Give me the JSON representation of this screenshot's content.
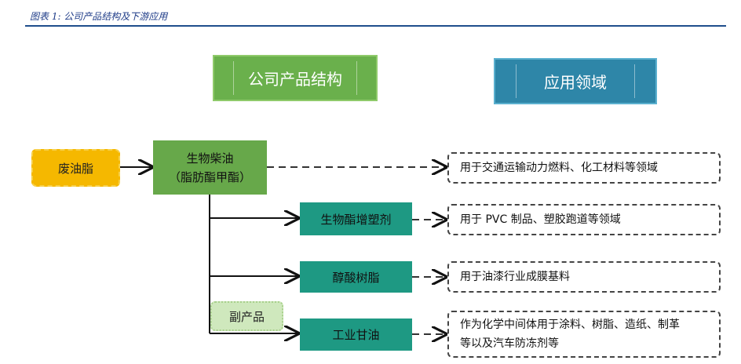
{
  "caption": "图表 1: 公司产品结构及下游应用",
  "headers": {
    "product": "公司产品结构",
    "application": "应用领域"
  },
  "nodes": {
    "waste_oil": "废油脂",
    "biodiesel_line1": "生物柴油",
    "biodiesel_line2": "（脂肪酯甲酯）",
    "plasticizer": "生物酯增塑剂",
    "alkyd_resin": "醇酸树脂",
    "byproduct": "副产品",
    "glycerin": "工业甘油"
  },
  "applications": {
    "biodiesel": "用于交通运输动力燃料、化工材料等领域",
    "plasticizer": "用于 PVC 制品、塑胶跑道等领域",
    "alkyd_resin": "用于油漆行业成膜基料",
    "glycerin_line1": "作为化学中间体用于涂料、树脂、造纸、制革",
    "glycerin_line2": "等以及汽车防冻剂等"
  },
  "colors": {
    "header_green": "#6ab04c",
    "header_blue": "#2e86a8",
    "feed_yellow": "#f5b800",
    "product_green": "#67a84a",
    "product_teal": "#1e9983",
    "byproduct_light": "#cfe8bd"
  }
}
